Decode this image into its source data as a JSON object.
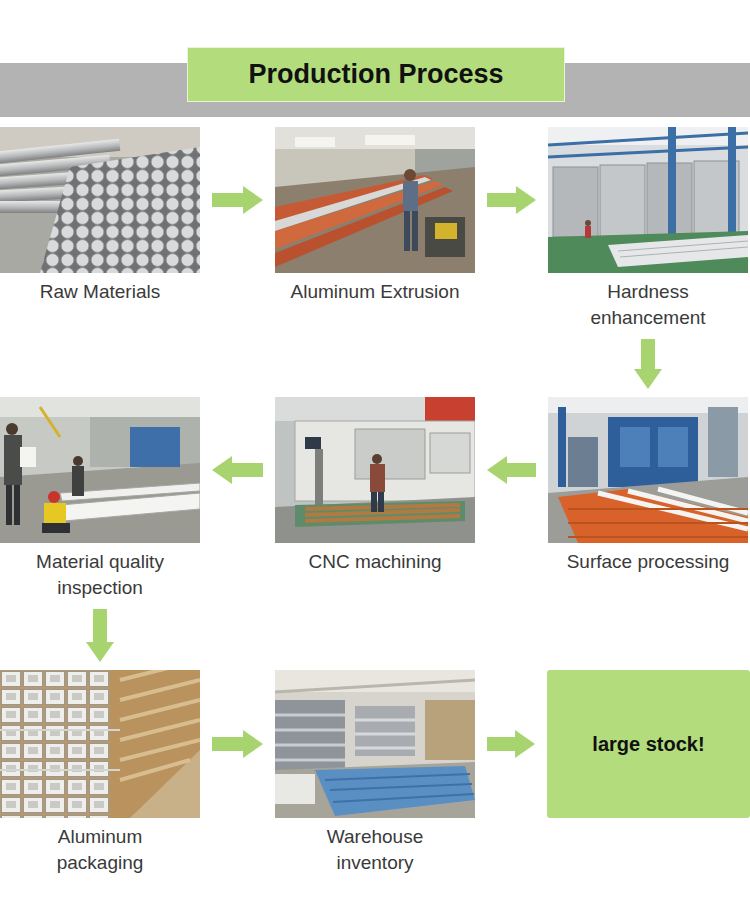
{
  "diagram": {
    "title": "Production Process",
    "nodes": [
      {
        "text": [
          "Raw Materials"
        ]
      },
      {
        "text": [
          "Aluminum Extrusion"
        ]
      },
      {
        "text": [
          "Hardness enhancement"
        ]
      },
      {
        "text": [
          "Surface processing"
        ]
      },
      {
        "text": [
          "CNC machining"
        ]
      },
      {
        "text": [
          "Material quality inspection"
        ]
      },
      {
        "text": [
          "Aluminum packaging"
        ]
      },
      {
        "text": [
          "Warehouse inventory"
        ]
      },
      {
        "text": [
          "large stock!"
        ]
      }
    ],
    "edges": [
      {
        "from": 0,
        "to": 1,
        "arrow": "to"
      },
      {
        "from": 1,
        "to": 2,
        "arrow": "to"
      },
      {
        "from": 2,
        "to": 3,
        "arrow": "to"
      },
      {
        "from": 3,
        "to": 4,
        "arrow": "to"
      },
      {
        "from": 4,
        "to": 5,
        "arrow": "to"
      },
      {
        "from": 5,
        "to": 6,
        "arrow": "to"
      },
      {
        "from": 6,
        "to": 7,
        "arrow": "to"
      },
      {
        "from": 7,
        "to": 8,
        "arrow": "to"
      }
    ]
  }
}
